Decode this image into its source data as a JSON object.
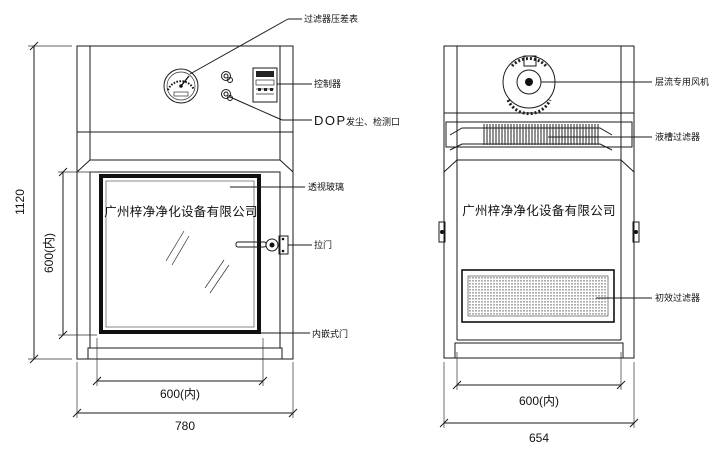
{
  "labels": {
    "filter_gauge": "过滤器压差表",
    "controller": "控制器",
    "dop_prefix": "DOP",
    "dop_suffix": "发尘、检测口",
    "window_glass": "透视玻璃",
    "handle": "拉门",
    "inner_door": "内嵌式门",
    "blower": "层流专用风机",
    "liquid_filter": "液槽过滤器",
    "pre_filter": "初效过滤器"
  },
  "company": "广州梓净净化设备有限公司",
  "dimensions": {
    "front_height": "1120",
    "front_inner_height": "600(内)",
    "front_inner_width": "600(内)",
    "front_width": "780",
    "side_inner_width": "600(内)",
    "side_width": "654"
  }
}
